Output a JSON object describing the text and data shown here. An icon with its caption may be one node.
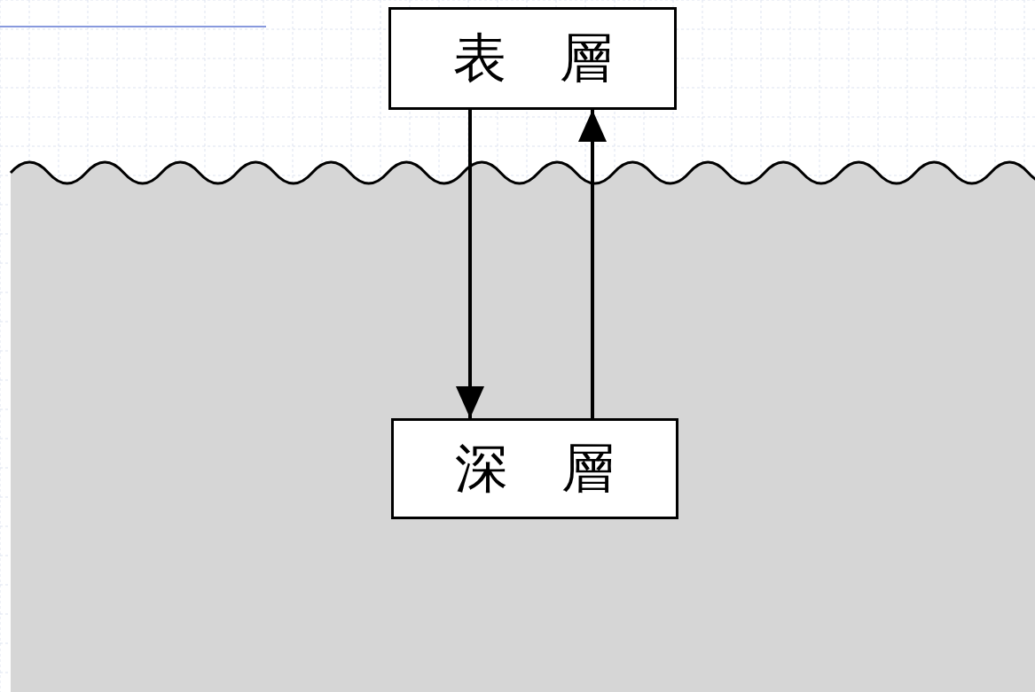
{
  "diagram": {
    "nodes": [
      {
        "text": [
          "表　層"
        ]
      },
      {
        "text": [
          "深　層"
        ]
      }
    ],
    "edges": [
      {
        "from": 0,
        "to": 1,
        "arrow": "to"
      },
      {
        "from": 1,
        "to": 0,
        "arrow": "to"
      }
    ]
  }
}
